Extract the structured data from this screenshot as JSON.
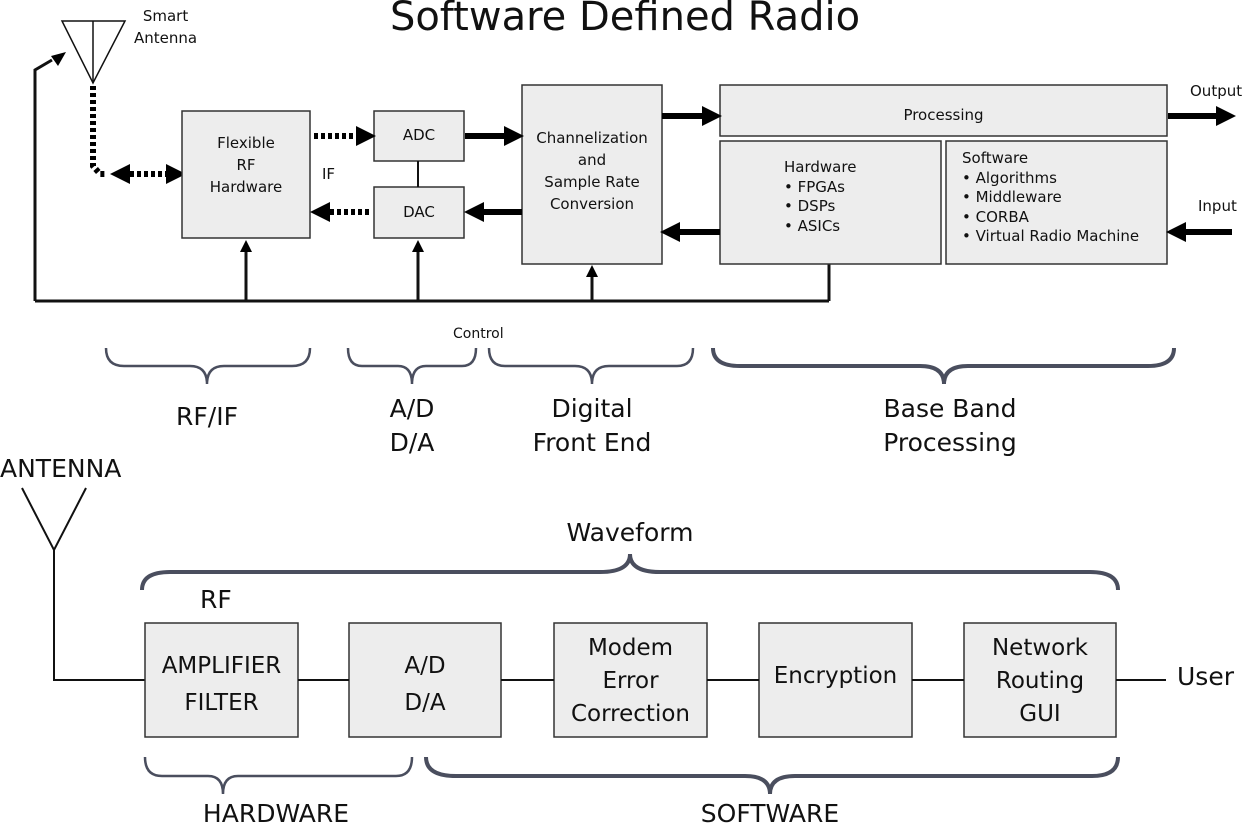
{
  "title": "Software Defined Radio",
  "top_diagram": {
    "smart_antenna_label": [
      "Smart",
      "Antenna"
    ],
    "if_label": "IF",
    "control_label": "Control",
    "output_label": "Output",
    "input_label": "Input",
    "blocks": {
      "rf_hardware": [
        "Flexible",
        "RF",
        "Hardware"
      ],
      "adc": "ADC",
      "dac": "DAC",
      "channelization": [
        "Channelization",
        "and",
        "Sample Rate",
        "Conversion"
      ],
      "processing": "Processing",
      "hardware": {
        "heading": "Hardware",
        "items": [
          "• FPGAs",
          "• DSPs",
          "• ASICs"
        ]
      },
      "software": {
        "heading": "Software",
        "items": [
          "• Algorithms",
          "• Middleware",
          "• CORBA",
          "• Virtual Radio Machine"
        ]
      }
    },
    "stage_labels": {
      "rf_if": "RF/IF",
      "ad_da": [
        "A/D",
        "D/A"
      ],
      "digital_front_end": [
        "Digital",
        "Front End"
      ],
      "base_band": [
        "Base Band",
        "Processing"
      ]
    }
  },
  "bottom_diagram": {
    "antenna_label": "ANTENNA",
    "waveform_label": "Waveform",
    "rf_label": "RF",
    "user_label": "User",
    "blocks": {
      "amplifier": [
        "AMPLIFIER",
        "FILTER"
      ],
      "ad_da": [
        "A/D",
        "D/A"
      ],
      "modem": [
        "Modem",
        "Error",
        "Correction"
      ],
      "encryption": "Encryption",
      "network": [
        "Network",
        "Routing",
        "GUI"
      ]
    },
    "hardware_label": "HARDWARE",
    "software_label": "SOFTWARE"
  }
}
